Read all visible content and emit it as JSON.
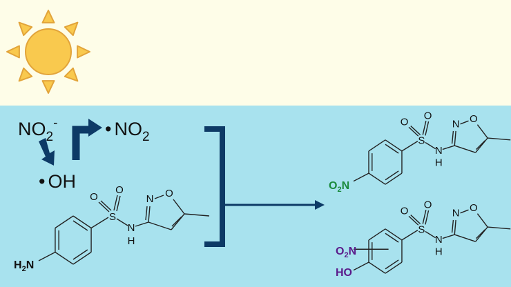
{
  "colors": {
    "sky": "#fefde8",
    "water": "#a8e2ee",
    "sun_fill": "#f9c94e",
    "sun_stroke": "#e2a43a",
    "arrow": "#0d3a66",
    "nitro_product": "#1a8a3c",
    "hydroxy_nitro_product": "#5a1a8a"
  },
  "icons": {
    "sun": "sun-icon",
    "arrows": "reaction-arrow"
  },
  "reagents": {
    "nitrite": {
      "base": "NO",
      "sub": "2",
      "sup": "-"
    },
    "no2_radical": {
      "dot": "•",
      "base": "NO",
      "sub": "2"
    },
    "oh_radical": {
      "dot": "•",
      "base": "OH"
    }
  },
  "reactant": {
    "amine_label": {
      "h": "H",
      "sub": "2",
      "n": "N"
    }
  },
  "products": {
    "nitro": {
      "o": "O",
      "sub": "2",
      "n": "N"
    },
    "hydroxy_nitro": {
      "o": "O",
      "sub": "2",
      "n": "N",
      "ho": "HO"
    }
  },
  "atoms": {
    "S": "S",
    "O": "O",
    "N": "N",
    "H": "H"
  }
}
